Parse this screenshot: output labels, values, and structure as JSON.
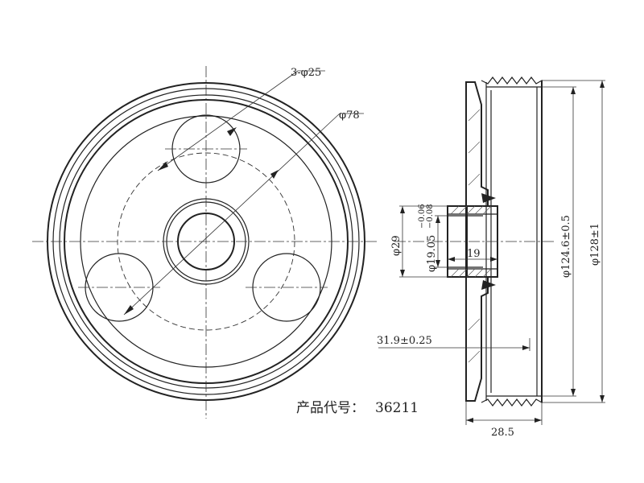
{
  "dimensions": {
    "holes": "3-φ25",
    "bolt_circle": "φ78",
    "bore_outer": "φ29",
    "bore_main": "φ19.05",
    "bore_tol_upper": "−0.06",
    "bore_tol_lower": "−0.08",
    "hub_length": "19",
    "inner_diameter": "φ124.6±0.5",
    "outer_diameter": "φ128±1",
    "offset": "31.9±0.25",
    "width": "28.5"
  },
  "caption": {
    "label": "产品代号：",
    "code": "36211"
  }
}
